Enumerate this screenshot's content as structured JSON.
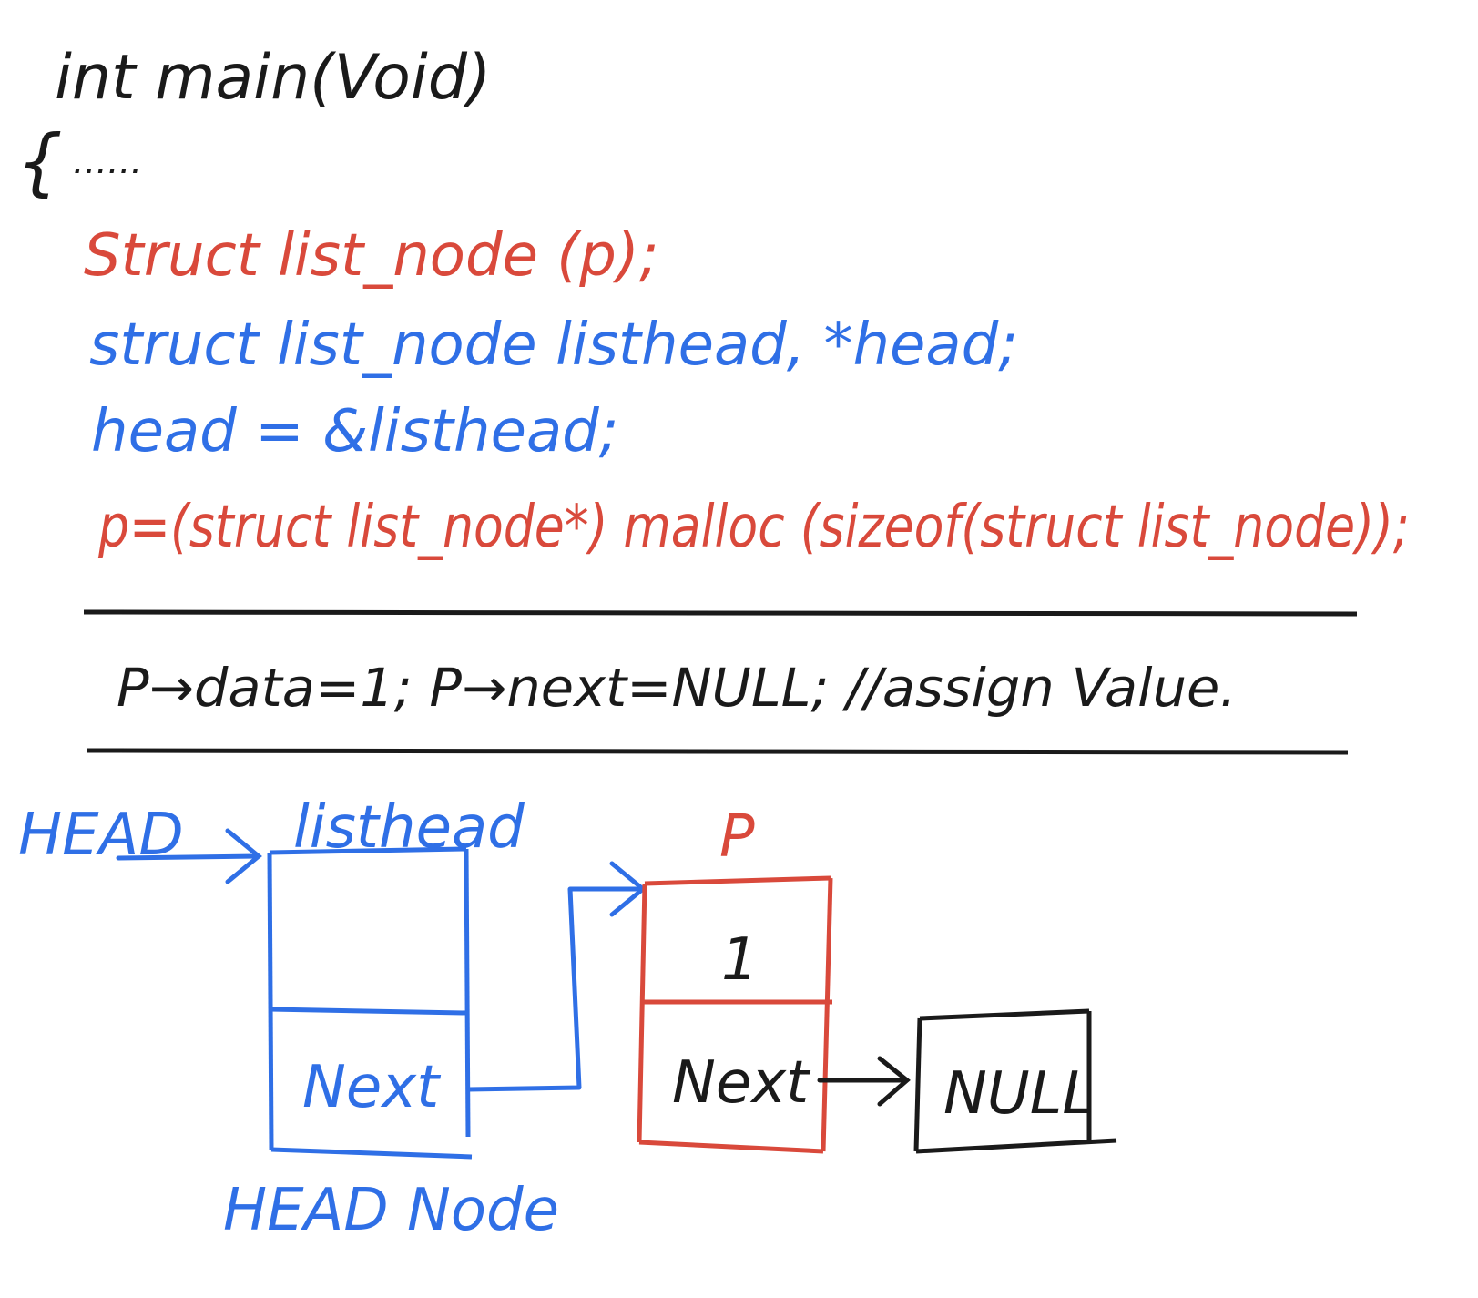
{
  "colors": {
    "black": "#1a1a1a",
    "red": "#d9493b",
    "blue": "#2f6fe6"
  },
  "code": {
    "line1": "int main(Void)",
    "brace": "{",
    "dots": "......",
    "line2": "Struct list_node (p);",
    "line3": "struct list_node listhead, *head;",
    "line4": "head = &listhead;",
    "line5": "p=(struct list_node*) malloc (sizeof(struct list_node));",
    "assign": "P→data=1;   P→next=NULL;  //assign Value."
  },
  "diagram": {
    "head_label": "HEAD",
    "listhead_label": "listhead",
    "head_node_next": "Next",
    "head_node_caption": "HEAD Node",
    "p_label": "P",
    "p_data": "1",
    "p_next": "Next",
    "null_label": "NULL"
  }
}
